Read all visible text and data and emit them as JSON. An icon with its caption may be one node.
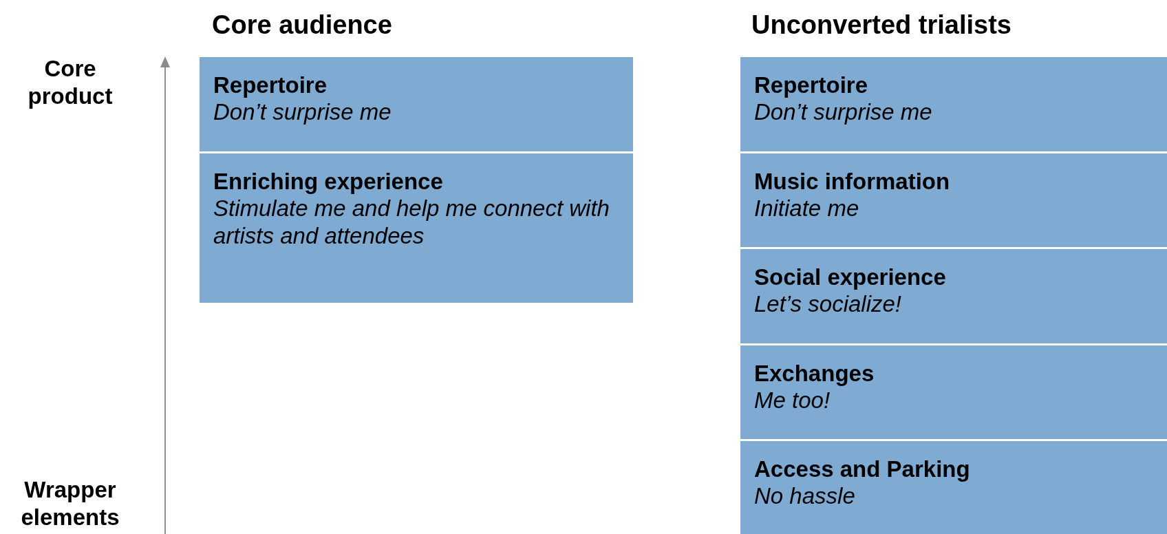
{
  "diagram": {
    "nodes": [
      {
        "text": [
          "Repertoire",
          "Don’t surprise me"
        ]
      },
      {
        "text": [
          "Enriching experience",
          "Stimulate me and help me connect with artists and attendees"
        ]
      },
      {
        "text": [
          "Repertoire",
          "Don’t surprise me"
        ]
      },
      {
        "text": [
          "Music information",
          "Initiate me"
        ]
      },
      {
        "text": [
          "Social experience",
          "Let’s socialize!"
        ]
      },
      {
        "text": [
          "Exchanges",
          "Me too!"
        ]
      },
      {
        "text": [
          "Access and Parking",
          "No hassle"
        ]
      }
    ],
    "labels": [
      "Core audience",
      "Unconverted trialists",
      "Core product",
      "Wrapper elements"
    ]
  }
}
